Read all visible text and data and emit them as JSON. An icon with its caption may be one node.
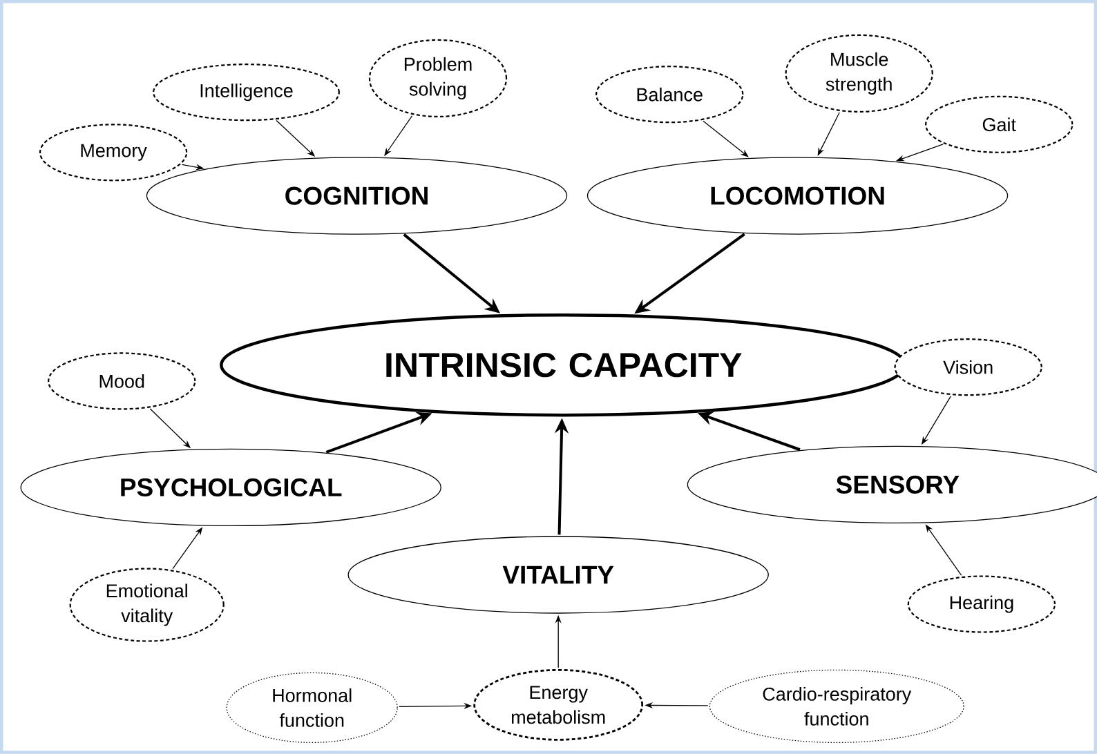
{
  "diagram": {
    "nodes": [
      {
        "text": [
          "INTRINSIC CAPACITY"
        ]
      },
      {
        "text": [
          "COGNITION"
        ]
      },
      {
        "text": [
          "LOCOMOTION"
        ]
      },
      {
        "text": [
          "PSYCHOLOGICAL"
        ]
      },
      {
        "text": [
          "SENSORY"
        ]
      },
      {
        "text": [
          "VITALITY"
        ]
      },
      {
        "text": [
          "Memory"
        ]
      },
      {
        "text": [
          "Intelligence"
        ]
      },
      {
        "text": [
          "Problem solving"
        ]
      },
      {
        "text": [
          "Balance"
        ]
      },
      {
        "text": [
          "Muscle strength"
        ]
      },
      {
        "text": [
          "Gait"
        ]
      },
      {
        "text": [
          "Mood"
        ]
      },
      {
        "text": [
          "Emotional vitality"
        ]
      },
      {
        "text": [
          "Vision"
        ]
      },
      {
        "text": [
          "Hearing"
        ]
      },
      {
        "text": [
          "Energy metabolism"
        ]
      },
      {
        "text": [
          "Hormonal function"
        ]
      },
      {
        "text": [
          "Cardio-respiratory function"
        ]
      }
    ],
    "edges": [
      {
        "from": 1,
        "to": 0,
        "arrow": "to",
        "style": "thick"
      },
      {
        "from": 2,
        "to": 0,
        "arrow": "to",
        "style": "thick"
      },
      {
        "from": 3,
        "to": 0,
        "arrow": "to",
        "style": "thick"
      },
      {
        "from": 4,
        "to": 0,
        "arrow": "to",
        "style": "thick"
      },
      {
        "from": 5,
        "to": 0,
        "arrow": "to",
        "style": "thick"
      },
      {
        "from": 6,
        "to": 1,
        "arrow": "to"
      },
      {
        "from": 7,
        "to": 1,
        "arrow": "to"
      },
      {
        "from": 8,
        "to": 1,
        "arrow": "to"
      },
      {
        "from": 9,
        "to": 2,
        "arrow": "to"
      },
      {
        "from": 10,
        "to": 2,
        "arrow": "to"
      },
      {
        "from": 11,
        "to": 2,
        "arrow": "to"
      },
      {
        "from": 12,
        "to": 3,
        "arrow": "to"
      },
      {
        "from": 13,
        "to": 3,
        "arrow": "to"
      },
      {
        "from": 14,
        "to": 4,
        "arrow": "to"
      },
      {
        "from": 15,
        "to": 4,
        "arrow": "to"
      },
      {
        "from": 16,
        "to": 5,
        "arrow": "to"
      },
      {
        "from": 17,
        "to": 16,
        "arrow": "to"
      },
      {
        "from": 18,
        "to": 16,
        "arrow": "to"
      }
    ]
  }
}
